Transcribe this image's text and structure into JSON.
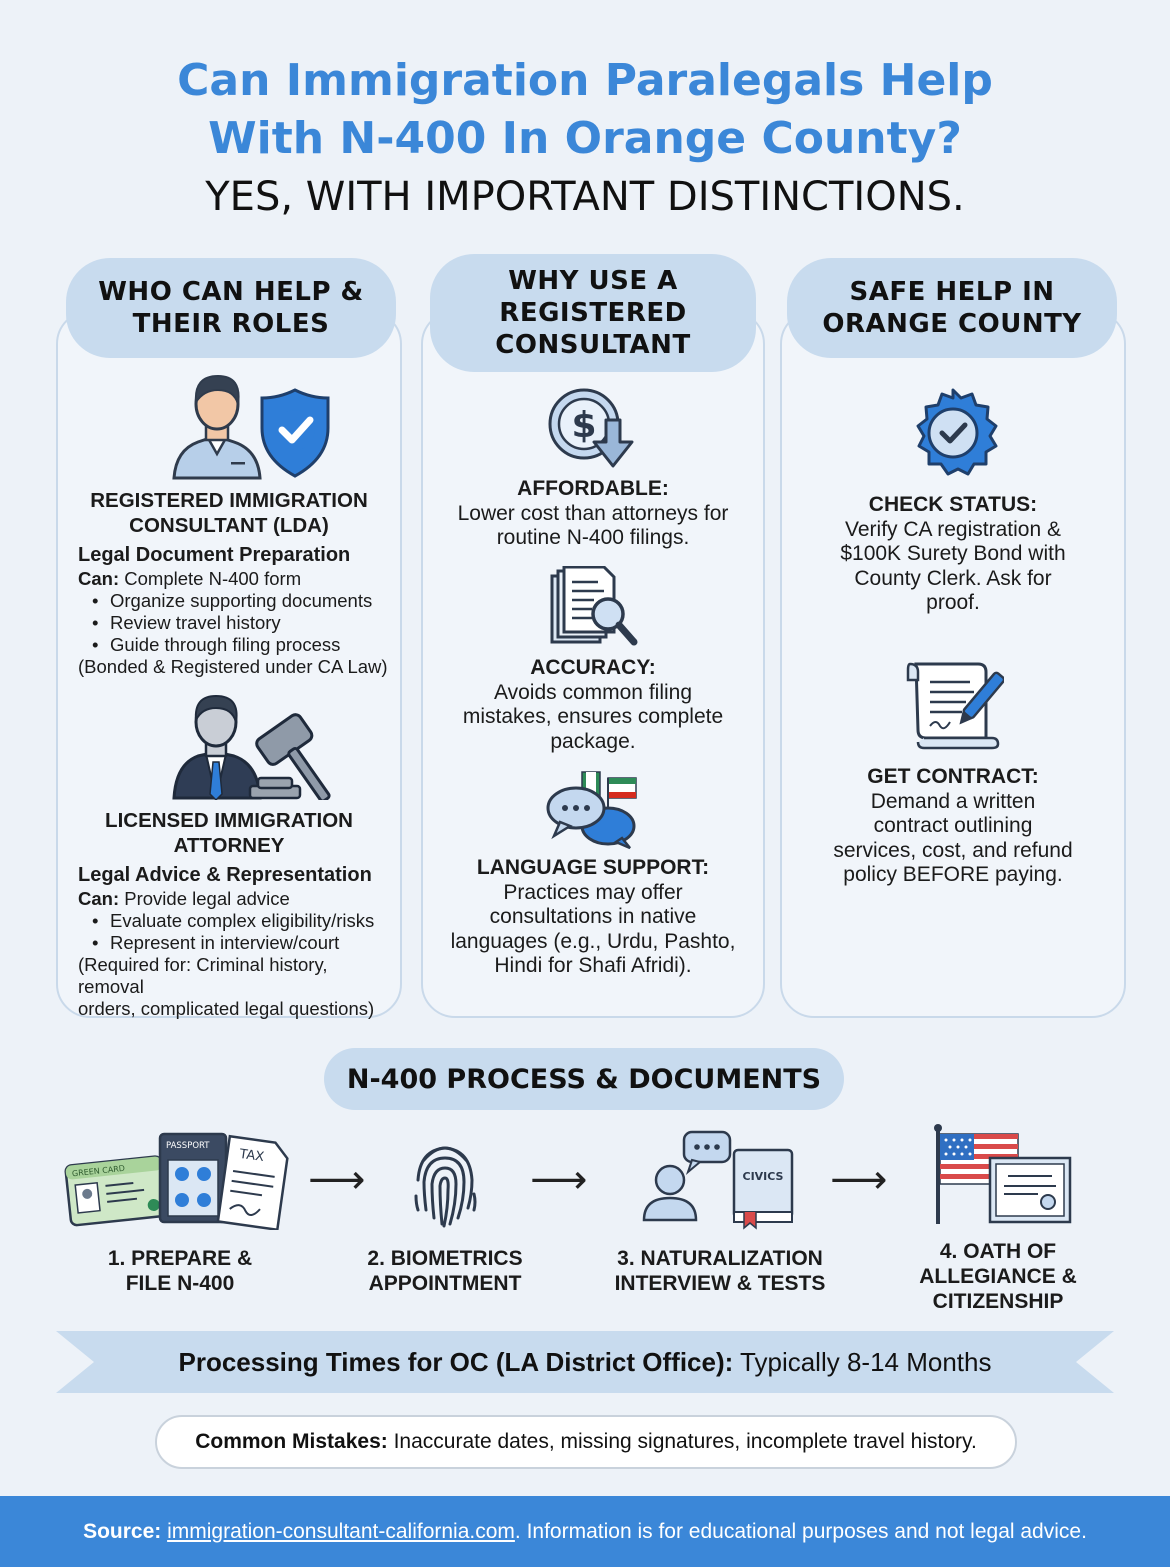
{
  "header": {
    "title_line1": "Can Immigration Paralegals Help",
    "title_line2": "With N-400 In Orange County?",
    "subtitle": "YES, WITH IMPORTANT DISTINCTIONS."
  },
  "colors": {
    "accent_blue": "#3b87d8",
    "pill_blue": "#c8dbee",
    "icon_blue": "#8fb3dc",
    "background": "#edf2f8"
  },
  "col1": {
    "head_line1": "WHO CAN HELP &",
    "head_line2": "THEIR ROLES",
    "consultant": {
      "icon": "consultant-shield-icon",
      "title_line1": "REGISTERED IMMIGRATION",
      "title_line2": "CONSULTANT (LDA)",
      "role": "Legal Document Preparation",
      "can_label": "Can:",
      "can_text": " Complete N-400 form",
      "bullets": [
        "Organize supporting documents",
        "Review travel history",
        "Guide through filing process"
      ],
      "note": "(Bonded & Registered under CA Law)"
    },
    "attorney": {
      "icon": "attorney-gavel-icon",
      "title_line1": "LICENSED IMMIGRATION",
      "title_line2": "ATTORNEY",
      "role": "Legal Advice & Representation",
      "can_label": "Can:",
      "can_text": " Provide legal advice",
      "bullets": [
        "Evaluate complex eligibility/risks",
        "Represent in interview/court"
      ],
      "note_line1": "(Required for: Criminal history, removal",
      "note_line2": "orders, complicated legal questions)"
    }
  },
  "col2": {
    "head_line1": "WHY USE A",
    "head_line2": "REGISTERED",
    "head_line3": "CONSULTANT",
    "affordable": {
      "icon": "dollar-down-icon",
      "title": "AFFORDABLE:",
      "line1": "Lower cost than attorneys for",
      "line2": "routine N-400 filings."
    },
    "accuracy": {
      "icon": "document-magnifier-icon",
      "title": "ACCURACY:",
      "line1": "Avoids common filing",
      "line2": "mistakes, ensures complete",
      "line3": "package."
    },
    "language": {
      "icon": "chat-bubbles-flag-icon",
      "title": "LANGUAGE SUPPORT:",
      "line1": "Practices may offer",
      "line2": "consultations in native",
      "line3": "languages (e.g., Urdu, Pashto,",
      "line4": "Hindi for Shafi Afridi)."
    }
  },
  "col3": {
    "head_line1": "SAFE HELP IN",
    "head_line2": "ORANGE COUNTY",
    "status": {
      "icon": "verified-badge-icon",
      "title": "CHECK STATUS:",
      "line1": "Verify CA registration &",
      "line2": "$100K Surety Bond with",
      "line3": "County Clerk. Ask for",
      "line4": "proof."
    },
    "contract": {
      "icon": "contract-pen-icon",
      "title": "GET CONTRACT:",
      "line1": "Demand a written",
      "line2": "contract outlining",
      "line3": "services, cost, and refund",
      "line4": "policy BEFORE paying."
    }
  },
  "process": {
    "head": "N-400 PROCESS & DOCUMENTS",
    "arrow": "⟶",
    "step1": {
      "icon": "documents-green-card-passport-icon",
      "doc_green_card": "GREEN CARD",
      "doc_passport": "PASSPORT",
      "doc_tax": "TAX",
      "line1": "1. PREPARE &",
      "line2": "FILE N-400"
    },
    "step2": {
      "icon": "fingerprint-icon",
      "line1": "2. BIOMETRICS",
      "line2": "APPOINTMENT"
    },
    "step3": {
      "icon": "interview-civics-book-icon",
      "book_label": "CIVICS",
      "line1": "3. NATURALIZATION",
      "line2": "INTERVIEW & TESTS"
    },
    "step4": {
      "icon": "flag-certificate-icon",
      "line1": "4. OATH OF",
      "line2": "ALLEGIANCE &",
      "line3": "CITIZENSHIP"
    }
  },
  "processing_times": {
    "label": "Processing Times for OC (LA District Office):",
    "value": " Typically 8-14 Months"
  },
  "mistakes": {
    "label": "Common Mistakes:",
    "text": " Inaccurate dates, missing signatures, incomplete travel history."
  },
  "footer": {
    "source_label": "Source:",
    "source_link": "immigration-consultant-california.com",
    "disclaimer": ". Information is for educational purposes and not legal advice."
  }
}
